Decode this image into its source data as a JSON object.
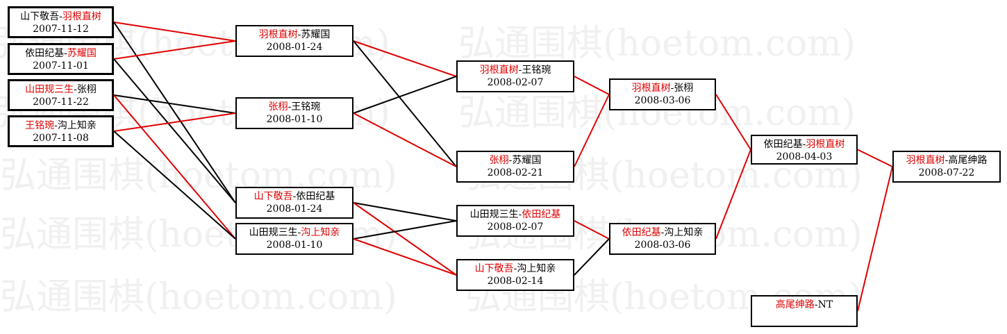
{
  "watermark": "弘通围棋(hoetom.com)",
  "colors": {
    "winner": "#e00000",
    "loser_line": "#000000",
    "winner_line": "#e00000"
  },
  "matches": [
    {
      "id": "r1a",
      "p1": "山下敬吾",
      "p2": "羽根直树",
      "winner": 2,
      "date": "2007-11-12"
    },
    {
      "id": "r1b",
      "p1": "依田纪基",
      "p2": "苏耀国",
      "winner": 2,
      "date": "2007-11-01"
    },
    {
      "id": "r1c",
      "p1": "山田规三生",
      "p2": "张栩",
      "winner": 1,
      "date": "2007-11-22"
    },
    {
      "id": "r1d",
      "p1": "王铭琬",
      "p2": "沟上知亲",
      "winner": 1,
      "date": "2007-11-08"
    },
    {
      "id": "r2a",
      "p1": "羽根直树",
      "p2": "苏耀国",
      "winner": 1,
      "date": "2008-01-24"
    },
    {
      "id": "r2b",
      "p1": "张栩",
      "p2": "王铭琬",
      "winner": 1,
      "date": "2008-01-10"
    },
    {
      "id": "r2c",
      "p1": "山下敬吾",
      "p2": "依田纪基",
      "winner": 1,
      "date": "2008-01-24"
    },
    {
      "id": "r2d",
      "p1": "山田规三生",
      "p2": "沟上知亲",
      "winner": 2,
      "date": "2008-01-10"
    },
    {
      "id": "r3a",
      "p1": "羽根直树",
      "p2": "王铭琬",
      "winner": 1,
      "date": "2008-02-07"
    },
    {
      "id": "r3b",
      "p1": "张栩",
      "p2": "苏耀国",
      "winner": 1,
      "date": "2008-02-21"
    },
    {
      "id": "r3c",
      "p1": "山田规三生",
      "p2": "依田纪基",
      "winner": 2,
      "date": "2008-02-07"
    },
    {
      "id": "r3d",
      "p1": "山下敬吾",
      "p2": "沟上知亲",
      "winner": 1,
      "date": "2008-02-14"
    },
    {
      "id": "r4a",
      "p1": "羽根直树",
      "p2": "张栩",
      "winner": 1,
      "date": "2008-03-06"
    },
    {
      "id": "r4b",
      "p1": "依田纪基",
      "p2": "沟上知亲",
      "winner": 1,
      "date": "2008-03-06"
    },
    {
      "id": "r5a",
      "p1": "依田纪基",
      "p2": "羽根直树",
      "winner": 2,
      "date": "2008-04-03"
    },
    {
      "id": "r5b",
      "p1": "高尾绅路",
      "p2": "NT",
      "winner": 1,
      "date": ""
    },
    {
      "id": "final",
      "p1": "羽根直树",
      "p2": "高尾绅路",
      "winner": 1,
      "date": "2008-07-22"
    }
  ],
  "links": [
    {
      "from": "r1a",
      "to": "r2a",
      "win": true
    },
    {
      "from": "r1a",
      "to": "r2c",
      "win": false
    },
    {
      "from": "r1b",
      "to": "r2a",
      "win": true
    },
    {
      "from": "r1b",
      "to": "r2c",
      "win": false
    },
    {
      "from": "r1c",
      "to": "r2b",
      "win": false
    },
    {
      "from": "r1c",
      "to": "r2d",
      "win": true
    },
    {
      "from": "r1d",
      "to": "r2b",
      "win": true
    },
    {
      "from": "r1d",
      "to": "r2d",
      "win": false
    },
    {
      "from": "r2a",
      "to": "r3a",
      "win": true
    },
    {
      "from": "r2a",
      "to": "r3b",
      "win": false
    },
    {
      "from": "r2b",
      "to": "r3a",
      "win": false
    },
    {
      "from": "r2b",
      "to": "r3b",
      "win": true
    },
    {
      "from": "r2c",
      "to": "r3c",
      "win": false
    },
    {
      "from": "r2c",
      "to": "r3d",
      "win": true
    },
    {
      "from": "r2d",
      "to": "r3c",
      "win": false
    },
    {
      "from": "r2d",
      "to": "r3d",
      "win": true
    },
    {
      "from": "r3a",
      "to": "r4a",
      "win": true
    },
    {
      "from": "r3b",
      "to": "r4a",
      "win": true
    },
    {
      "from": "r3c",
      "to": "r4b",
      "win": true
    },
    {
      "from": "r3d",
      "to": "r4b",
      "win": false
    },
    {
      "from": "r4a",
      "to": "r5a",
      "win": true
    },
    {
      "from": "r4b",
      "to": "r5a",
      "win": true
    },
    {
      "from": "r5a",
      "to": "final",
      "win": true
    },
    {
      "from": "r5b",
      "to": "final",
      "win": true
    }
  ]
}
